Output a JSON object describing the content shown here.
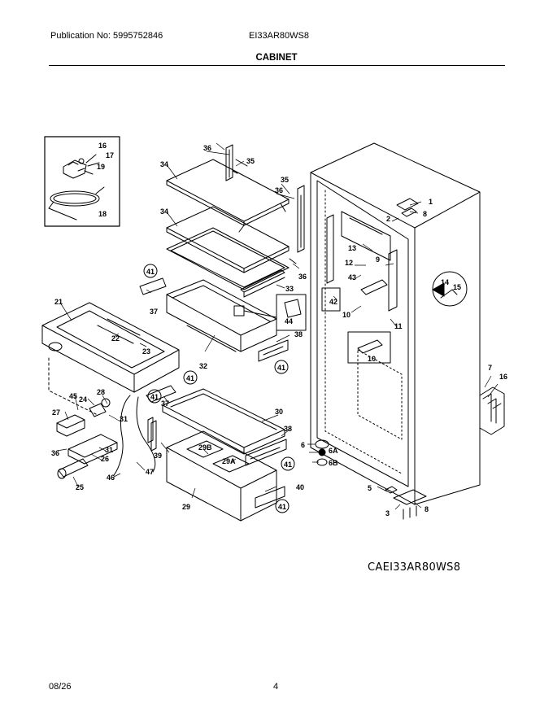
{
  "header": {
    "publication": "Publication No: 5995752846",
    "model": "EI33AR80WS8",
    "section_title": "CABINET"
  },
  "diagram": {
    "drawing_code": "CAEI33AR80WS8",
    "part_labels": [
      "1",
      "2",
      "3",
      "5",
      "6",
      "6A",
      "6B",
      "7",
      "8",
      "8",
      "9",
      "10",
      "10",
      "11",
      "12",
      "13",
      "14",
      "15",
      "16",
      "16",
      "17",
      "18",
      "19",
      "21",
      "22",
      "23",
      "24",
      "25",
      "26",
      "27",
      "28",
      "29",
      "29A",
      "29B",
      "30",
      "31",
      "31",
      "32",
      "33",
      "34",
      "34",
      "35",
      "35",
      "36",
      "36",
      "36",
      "36",
      "37",
      "37",
      "38",
      "38",
      "39",
      "40",
      "41",
      "41",
      "41",
      "41",
      "41",
      "41",
      "42",
      "43",
      "44",
      "45",
      "46",
      "47"
    ]
  },
  "footer": {
    "date": "08/26",
    "page": "4"
  }
}
